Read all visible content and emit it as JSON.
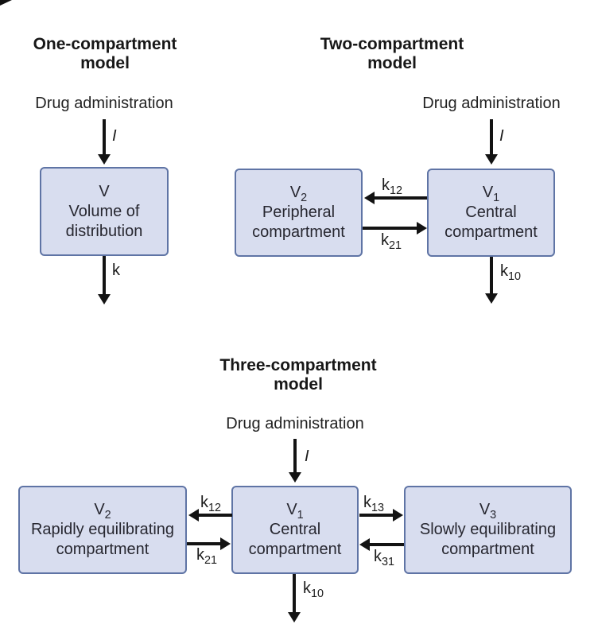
{
  "colors": {
    "box_fill": "#d8ddef",
    "box_border": "#5f74a5",
    "arrow": "#131313",
    "text": "#1a1a1a"
  },
  "models": {
    "one": {
      "title_line1": "One-compartment",
      "title_line2": "model",
      "drug_admin": "Drug administration",
      "input_label": "I",
      "box": {
        "symbol_base": "V",
        "symbol_sub": "",
        "line1": "Volume of",
        "line2": "distribution"
      },
      "k_elim": {
        "base": "k",
        "sub": ""
      }
    },
    "two": {
      "title_line1": "Two-compartment",
      "title_line2": "model",
      "drug_admin": "Drug administration",
      "input_label": "I",
      "peripheral_box": {
        "symbol_base": "V",
        "symbol_sub": "2",
        "line1": "Peripheral",
        "line2": "compartment"
      },
      "central_box": {
        "symbol_base": "V",
        "symbol_sub": "1",
        "line1": "Central",
        "line2": "compartment"
      },
      "k12": {
        "base": "k",
        "sub": "12"
      },
      "k21": {
        "base": "k",
        "sub": "21"
      },
      "k10": {
        "base": "k",
        "sub": "10"
      }
    },
    "three": {
      "title_line1": "Three-compartment",
      "title_line2": "model",
      "drug_admin": "Drug administration",
      "input_label": "I",
      "rapid_box": {
        "symbol_base": "V",
        "symbol_sub": "2",
        "line1": "Rapidly equilibrating",
        "line2": "compartment"
      },
      "central_box": {
        "symbol_base": "V",
        "symbol_sub": "1",
        "line1": "Central",
        "line2": "compartment"
      },
      "slow_box": {
        "symbol_base": "V",
        "symbol_sub": "3",
        "line1": "Slowly equilibrating",
        "line2": "compartment"
      },
      "k12": {
        "base": "k",
        "sub": "12"
      },
      "k21": {
        "base": "k",
        "sub": "21"
      },
      "k13": {
        "base": "k",
        "sub": "13"
      },
      "k31": {
        "base": "k",
        "sub": "31"
      },
      "k10": {
        "base": "k",
        "sub": "10"
      }
    }
  }
}
